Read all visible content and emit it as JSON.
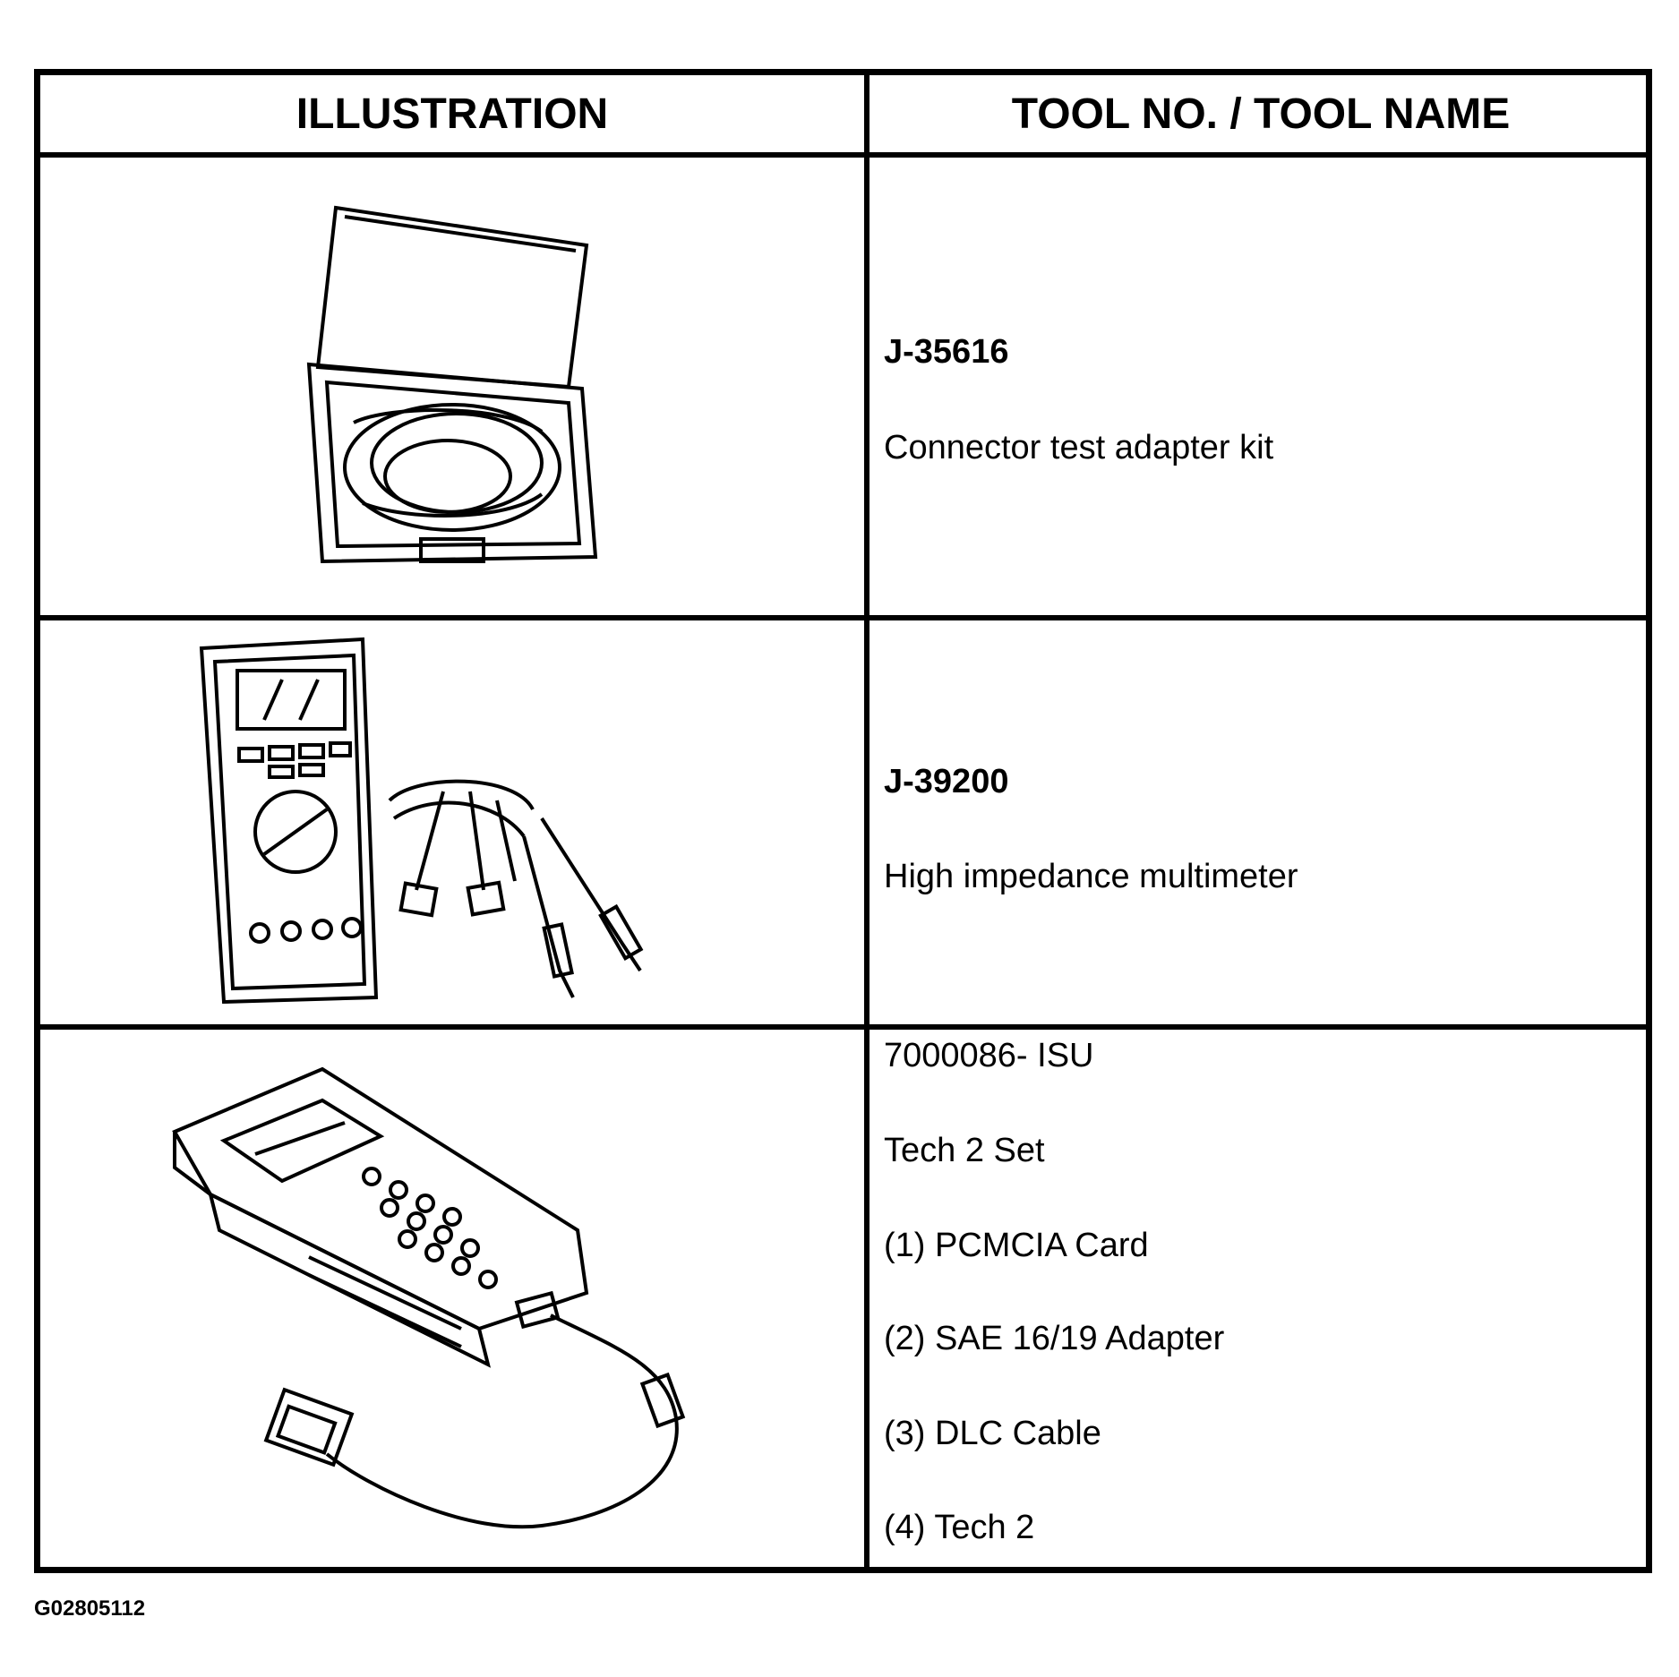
{
  "table": {
    "headers": {
      "illustration": "ILLUSTRATION",
      "tool": "TOOL NO. / TOOL NAME"
    },
    "rows": [
      {
        "tool_no": "J-35616",
        "tool_name": "Connector test adapter kit",
        "illustration_icon": "connector-test-adapter-kit-icon"
      },
      {
        "tool_no": "J-39200",
        "tool_name": "High impedance multimeter",
        "illustration_icon": "multimeter-icon"
      },
      {
        "lines": [
          "7000086- ISU",
          "Tech 2 Set",
          "(1) PCMCIA Card",
          "(2) SAE 16/19 Adapter",
          "(3) DLC Cable",
          "(4) Tech 2"
        ],
        "illustration_icon": "tech2-scan-tool-icon"
      }
    ]
  },
  "figure_id": "G02805112"
}
